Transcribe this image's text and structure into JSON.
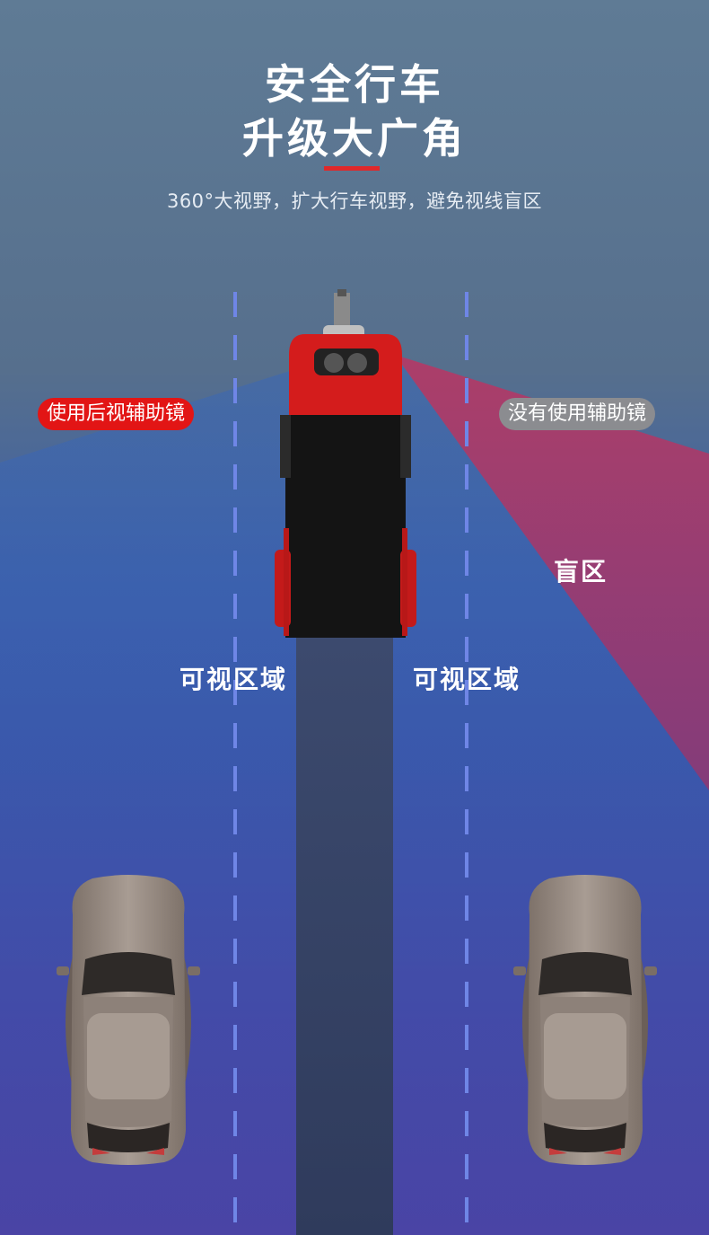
{
  "header": {
    "title_line1": "安全行车",
    "title_line2": "升级大广角",
    "subtitle": "360°大视野，扩大行车视野，避免视线盲区"
  },
  "labels": {
    "with_mirror": "使用后视辅助镜",
    "without_mirror": "没有使用辅助镜",
    "blind_spot": "盲区",
    "visible_left": "可视区域",
    "visible_right": "可视区域"
  },
  "colors": {
    "accent_red": "#e0282a",
    "blind_zone": "#a83a6a",
    "lane_dash": "#6f86e6",
    "truck_cab": "#d41c1c",
    "truck_body": "#141414",
    "car_body": "#9b8f87"
  }
}
